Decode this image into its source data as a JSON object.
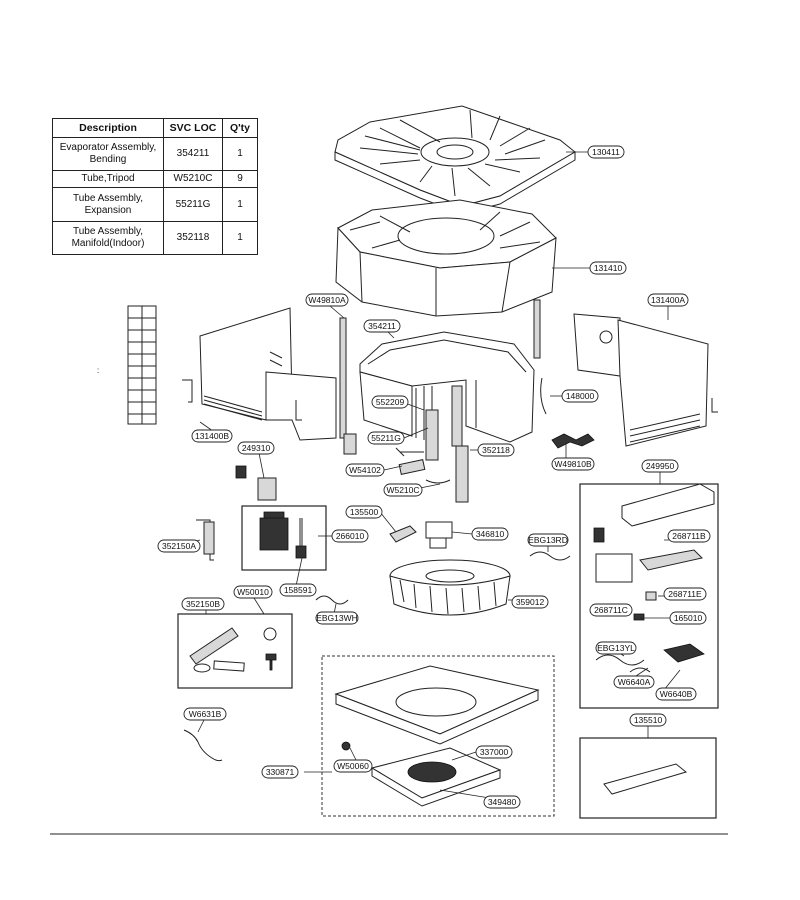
{
  "table": {
    "headers": [
      "Description",
      "SVC LOC",
      "Q'ty"
    ],
    "rows": [
      {
        "desc_1": "Evaporator Assembly,",
        "desc_2": "Bending",
        "loc": "354211",
        "qty": "1"
      },
      {
        "desc_1": "Tube,Tripod",
        "desc_2": "",
        "loc": "W5210C",
        "qty": "9"
      },
      {
        "desc_1": "Tube Assembly,",
        "desc_2": "Expansion",
        "loc": "55211G",
        "qty": "1"
      },
      {
        "desc_1": "Tube Assembly,",
        "desc_2": "Manifold(Indoor)",
        "loc": "352118",
        "qty": "1"
      }
    ]
  },
  "labels": {
    "l130411": "130411",
    "l131410": "131410",
    "l131400A": "131400A",
    "lW49810A": "W49810A",
    "l354211": "354211",
    "l148000": "148000",
    "l552209": "552209",
    "l55211G": "55211G",
    "l131400B": "131400B",
    "l249310": "249310",
    "lW54102": "W54102",
    "l352118": "352118",
    "lW5210C": "W5210C",
    "lW49810B": "W49810B",
    "l249950": "249950",
    "l135500": "135500",
    "l346810": "346810",
    "lEBG13RD": "EBG13RD",
    "l268711B": "268711B",
    "l352150A": "352150A",
    "l266010": "266010",
    "l158591": "158591",
    "lW50010": "W50010",
    "l352150B": "352150B",
    "lEBG13WH": "EBG13WH",
    "l359012": "359012",
    "l268711E": "268711E",
    "l268711C": "268711C",
    "l165010": "165010",
    "lEBG13YL": "EBG13YL",
    "lW6640A": "W6640A",
    "lW6640B": "W6640B",
    "lW6631B": "W6631B",
    "l330871": "330871",
    "lW50060": "W50060",
    "l337000": "337000",
    "l349480": "349480",
    "l135510": "135510",
    "mark": ":"
  }
}
